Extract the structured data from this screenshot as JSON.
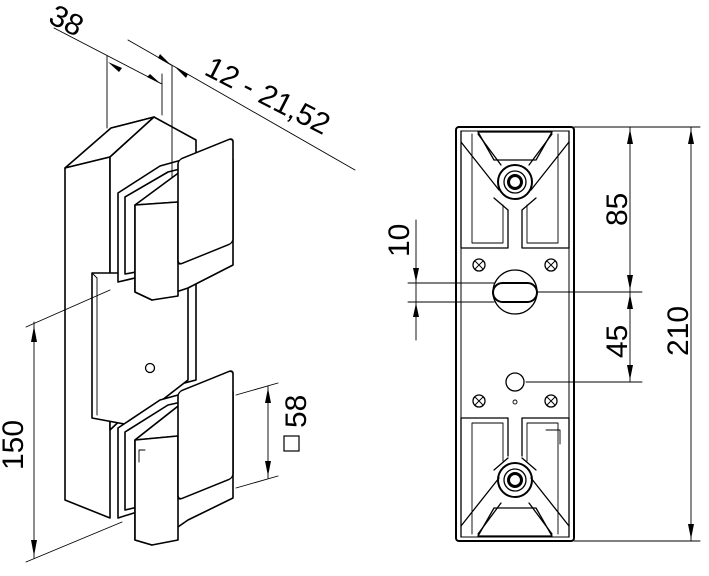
{
  "dimensions": {
    "width_38": "38",
    "thickness_range": "12 - 21,52",
    "height_150": "150",
    "square_58": "58",
    "offset_10": "10",
    "pitch_85": "85",
    "pitch_45": "45",
    "total_210": "210"
  }
}
